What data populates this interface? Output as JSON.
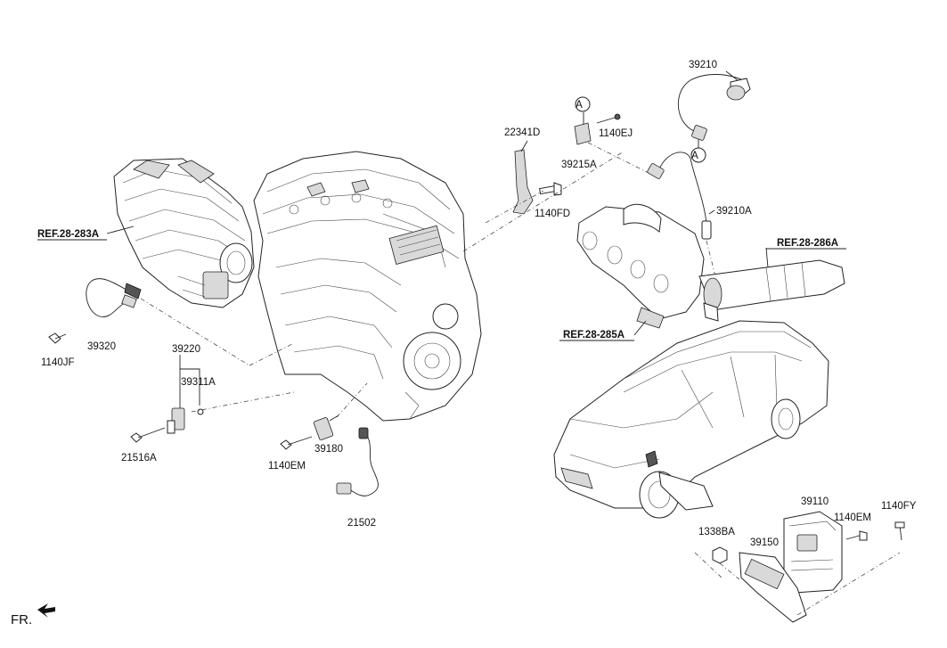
{
  "labels": {
    "p39210": "39210",
    "pA1": "A",
    "pA2": "A",
    "p1140EJ": "1140EJ",
    "p22341D": "22341D",
    "p39215A": "39215A",
    "p39210A": "39210A",
    "p1140FD": "1140FD",
    "ref283A": "REF.28-283A",
    "ref286A": "REF.28-286A",
    "ref285A": "REF.28-285A",
    "p39320": "39320",
    "p1140JF": "1140JF",
    "p39220": "39220",
    "p39311A": "39311A",
    "p21516A": "21516A",
    "p39180": "39180",
    "p1140EM_a": "1140EM",
    "p21502": "21502",
    "p39110": "39110",
    "p1140EM_b": "1140EM",
    "p1140FY": "1140FY",
    "p1338BA": "1338BA",
    "p39150": "39150",
    "fr": "FR."
  }
}
